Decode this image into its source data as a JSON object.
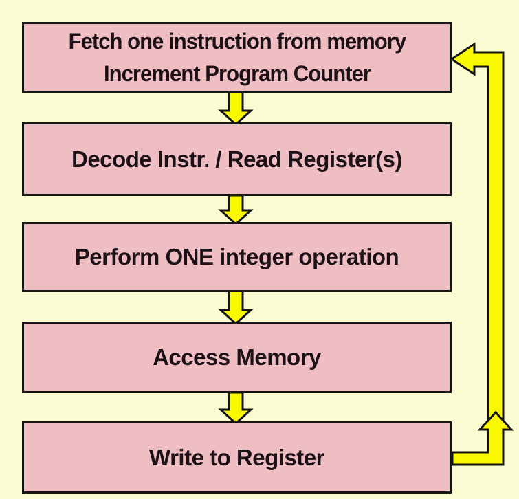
{
  "diagram": {
    "type": "flowchart",
    "description": "CPU single-cycle instruction execution loop",
    "colors": {
      "background": "#FBFBD2",
      "node_fill": "#EFBEC2",
      "node_border": "#171717",
      "arrow_fill": "#FAF800",
      "arrow_outline": "#141414",
      "text": "#1C1117"
    },
    "nodes": [
      {
        "id": "fetch",
        "lines": [
          "Fetch one instruction from memory",
          "Increment Program Counter"
        ]
      },
      {
        "id": "decode",
        "lines": [
          "Decode Instr. / Read Register(s)"
        ]
      },
      {
        "id": "execute",
        "lines": [
          "Perform ONE integer operation"
        ]
      },
      {
        "id": "memory",
        "lines": [
          "Access Memory"
        ]
      },
      {
        "id": "writeback",
        "lines": [
          "Write to Register"
        ]
      }
    ],
    "edges": [
      {
        "from": "fetch",
        "to": "decode",
        "style": "down-arrow"
      },
      {
        "from": "decode",
        "to": "execute",
        "style": "down-arrow"
      },
      {
        "from": "execute",
        "to": "memory",
        "style": "down-arrow"
      },
      {
        "from": "memory",
        "to": "writeback",
        "style": "down-arrow"
      },
      {
        "from": "writeback",
        "to": "fetch",
        "style": "feedback-loop-right-side"
      }
    ]
  }
}
